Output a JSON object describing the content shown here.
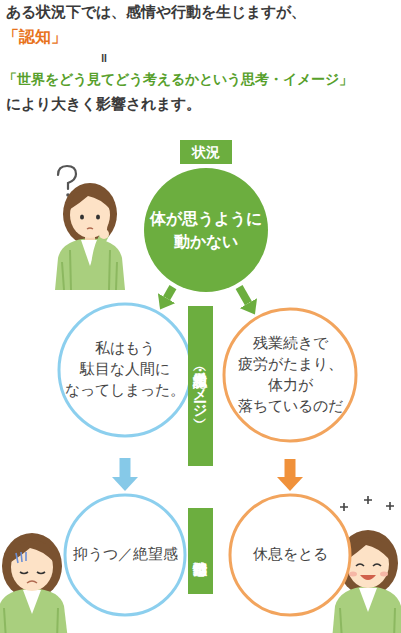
{
  "diagram": {
    "nodes": [
      {
        "text": [
          "状況",
          "体が思うように 動かない"
        ]
      },
      {
        "text": [
          "私はもう 駄目な人間に なってしまった。"
        ]
      },
      {
        "text": [
          "認知（思考・イメージ）"
        ]
      },
      {
        "text": [
          "残業続きで 疲労がたまり、 体力が 落ちているのだ"
        ]
      },
      {
        "text": [
          "抑うつ／絶望感"
        ]
      },
      {
        "text": [
          "感情行動"
        ]
      },
      {
        "text": [
          "休息をとる"
        ]
      }
    ],
    "edges": [
      {
        "from": 0,
        "to": 1,
        "arrow": "to"
      },
      {
        "from": 0,
        "to": 3,
        "arrow": "to"
      },
      {
        "from": 1,
        "to": 4,
        "arrow": "to"
      },
      {
        "from": 3,
        "to": 6,
        "arrow": "to"
      }
    ],
    "labels": [
      "ある状況下では、感情や行動を生じますが、",
      "「認知」",
      "＝",
      "「世界をどう見てどう考えるかという思考・イメージ」",
      "により大きく影響されます。"
    ]
  }
}
